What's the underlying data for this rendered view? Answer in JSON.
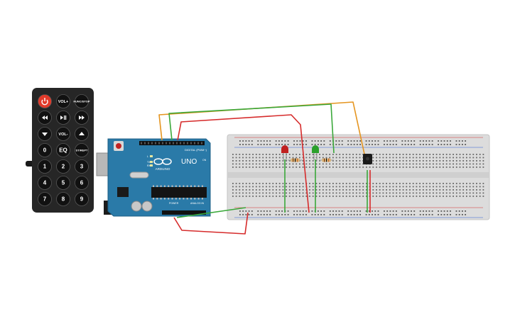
{
  "remote": {
    "buttons": [
      {
        "label": "",
        "icon": "power-icon"
      },
      {
        "label": "VOL+"
      },
      {
        "label": "FUNC/STOP"
      },
      {
        "label": "",
        "icon": "rewind-icon"
      },
      {
        "label": "",
        "icon": "play-pause-icon"
      },
      {
        "label": "",
        "icon": "fast-forward-icon"
      },
      {
        "label": "",
        "icon": "down-arrow-icon"
      },
      {
        "label": "VOL-"
      },
      {
        "label": "",
        "icon": "up-arrow-icon"
      },
      {
        "label": "0"
      },
      {
        "label": "EQ"
      },
      {
        "label": "ST/REPT"
      },
      {
        "label": "1"
      },
      {
        "label": "2"
      },
      {
        "label": "3"
      },
      {
        "label": "4"
      },
      {
        "label": "5"
      },
      {
        "label": "6"
      },
      {
        "label": "7"
      },
      {
        "label": "8"
      },
      {
        "label": "9"
      }
    ]
  },
  "arduino": {
    "logo_text": "ARDUINO",
    "model": "UNO",
    "digital_label": "DIGITAL (PWM~)",
    "power_label": "POWER",
    "analog_label": "ANALOG IN",
    "led_labels": [
      "L",
      "TX",
      "RX"
    ],
    "on_label": "ON"
  },
  "colors": {
    "board": "#2a7aa8",
    "breadboard": "#dcdcdc",
    "wire_red": "#d62b2b",
    "wire_green": "#3aa83a",
    "wire_orange": "#e59520",
    "led_red": "#c0201f",
    "led_green": "#2aa02a"
  }
}
